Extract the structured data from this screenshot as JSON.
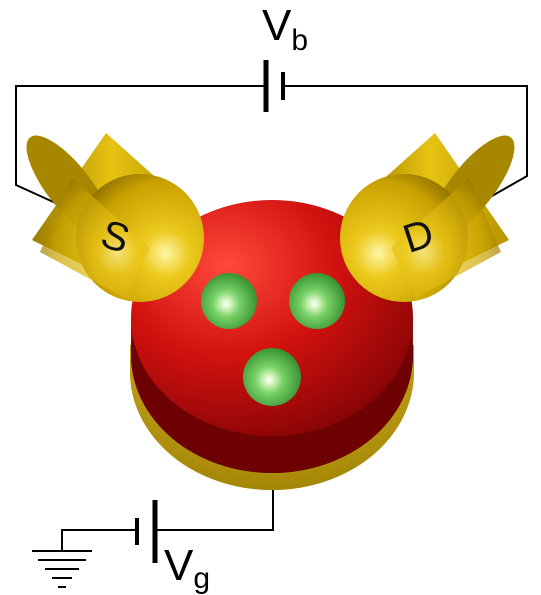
{
  "labels": {
    "source": "S",
    "drain": "D",
    "bias_voltage": "V",
    "bias_voltage_sub": "b",
    "gate_voltage": "V",
    "gate_voltage_sub": "g"
  },
  "colors": {
    "island": "#d1120f",
    "island_dark": "#7a0204",
    "electrode": "#e8c414",
    "electrode_dark": "#8a6e00",
    "gate_disk": "#d8b90c",
    "dot": "#5bc552",
    "wire": "#000000"
  },
  "quantum_dot_count": 3
}
